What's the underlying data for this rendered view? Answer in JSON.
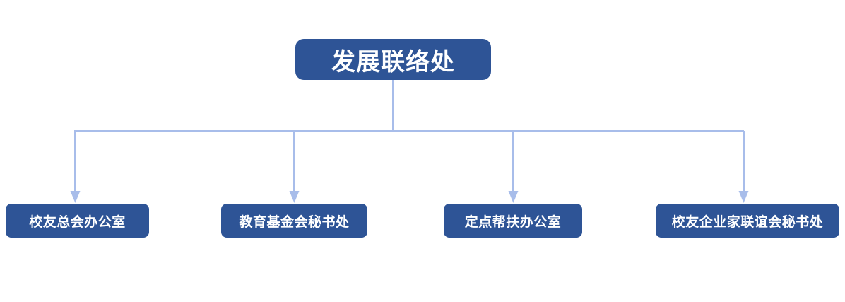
{
  "diagram": {
    "type": "org-chart",
    "orientation": "top-down",
    "background_color": "#FFFFFF",
    "node_fill_color": "#2E5496",
    "node_text_color": "#FFFFFF",
    "connector_color": "#A8BDEA",
    "root": {
      "label": "发展联络处"
    },
    "children": [
      {
        "label": "校友总会办公室"
      },
      {
        "label": "教育基金会秘书处"
      },
      {
        "label": "定点帮扶办公室"
      },
      {
        "label": "校友企业家联谊会秘书处"
      }
    ]
  }
}
